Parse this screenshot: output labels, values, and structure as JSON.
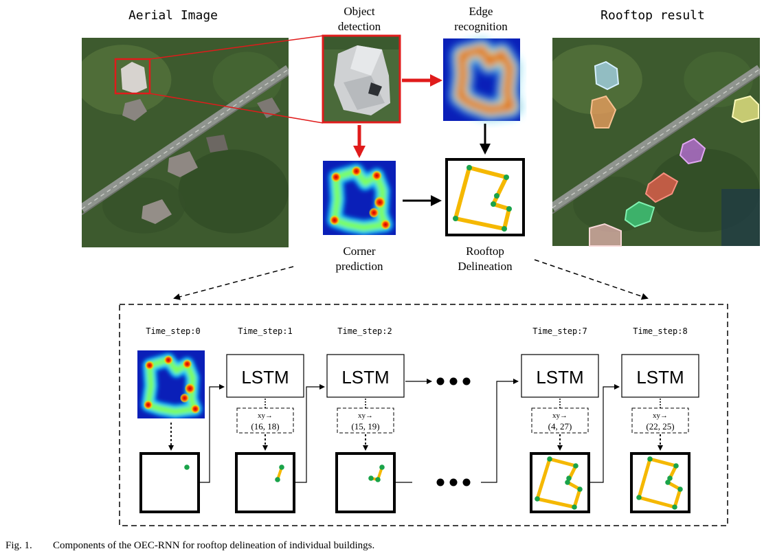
{
  "top": {
    "aerial_title": "Aerial Image",
    "object_detection": [
      "Object",
      "detection"
    ],
    "edge_recognition": [
      "Edge",
      "recognition"
    ],
    "rooftop_result": "Rooftop result",
    "corner_prediction": [
      "Corner",
      "prediction"
    ],
    "rooftop_delineation": [
      "Rooftop",
      "Delineation"
    ]
  },
  "bottom": {
    "steps": [
      {
        "label": "Time_step:0",
        "coord": null
      },
      {
        "label": "Time_step:1",
        "coord": "(16, 18)"
      },
      {
        "label": "Time_step:2",
        "coord": "(15, 19)"
      },
      {
        "label": "Time_step:7",
        "coord": "(4, 27)"
      },
      {
        "label": "Time_step:8",
        "coord": "(22, 25)"
      }
    ],
    "lstm_label": "LSTM",
    "xy_label": "xy→"
  },
  "caption": {
    "label": "Fig. 1.",
    "text": "Components of the OEC-RNN for rooftop delineation of individual buildings."
  },
  "colors": {
    "highlight_red": "#e01b1b",
    "polygon_yellow": "#f5b800",
    "vertex_green": "#1aa34a",
    "heatmap_blue": "#0a1fb8",
    "heatmap_red": "#e02010"
  }
}
